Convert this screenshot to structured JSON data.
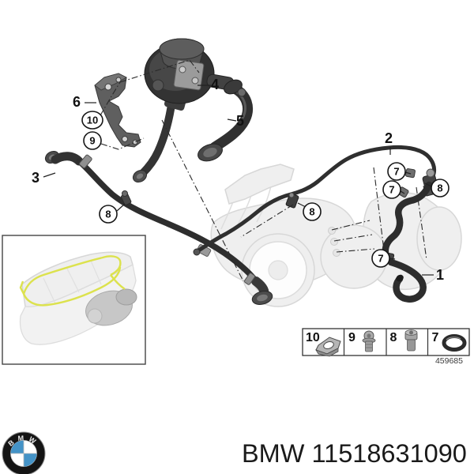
{
  "diagram": {
    "description": "BMW turbocharger coolant line exploded parts diagram",
    "callouts": {
      "plain": [
        {
          "id": "part-4",
          "label": "4"
        },
        {
          "id": "part-6",
          "label": "6"
        },
        {
          "id": "part-3",
          "label": "3"
        },
        {
          "id": "part-5",
          "label": "5"
        },
        {
          "id": "part-2",
          "label": "2"
        },
        {
          "id": "part-1",
          "label": "1"
        }
      ],
      "circled": [
        {
          "id": "fastener-10",
          "label": "10"
        },
        {
          "id": "fastener-9",
          "label": "9"
        },
        {
          "id": "fastener-8-left",
          "label": "8"
        },
        {
          "id": "fastener-8-mid",
          "label": "8"
        },
        {
          "id": "fastener-7-top",
          "label": "7"
        },
        {
          "id": "fastener-7-mid",
          "label": "7"
        },
        {
          "id": "fastener-8-right",
          "label": "8"
        },
        {
          "id": "fastener-7-bottom",
          "label": "7"
        }
      ]
    },
    "legend": {
      "items": [
        {
          "number": "10",
          "icon": "retaining-clip-icon"
        },
        {
          "number": "9",
          "icon": "flange-bolt-icon"
        },
        {
          "number": "8",
          "icon": "socket-head-screw-icon"
        },
        {
          "number": "7",
          "icon": "o-ring-icon"
        }
      ]
    },
    "drawing_number": "459685"
  },
  "footer": {
    "logo_letters": "BMW",
    "caption": "BMW 11518631090"
  },
  "colors": {
    "part_dark": "#2d2d2d",
    "ghost_gray": "#efefef",
    "highlight_yellow": "#dce24d",
    "logo_blue": "#4493c7"
  }
}
